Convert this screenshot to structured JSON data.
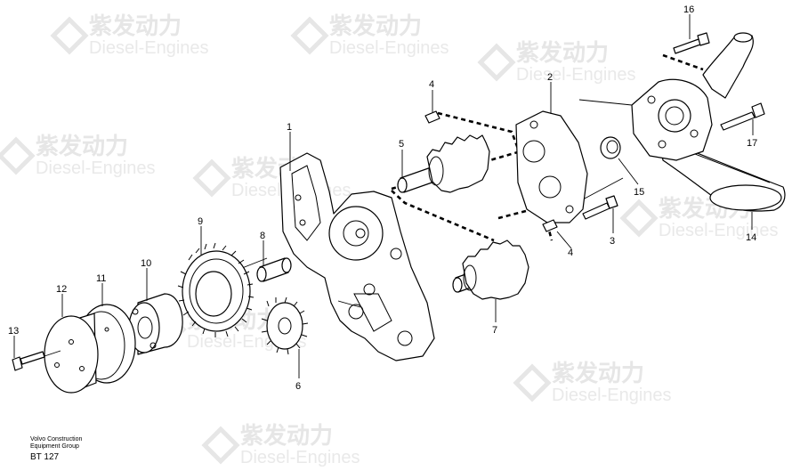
{
  "watermark": {
    "brand_cn": "紫发动力",
    "brand_en": "Diesel-Engines"
  },
  "callouts": {
    "c1": "1",
    "c2": "2",
    "c3": "3",
    "c4a": "4",
    "c4b": "4",
    "c5": "5",
    "c6": "6",
    "c7": "7",
    "c8": "8",
    "c9": "9",
    "c10": "10",
    "c11": "11",
    "c12": "12",
    "c13": "13",
    "c14": "14",
    "c15": "15",
    "c16": "16",
    "c17": "17"
  },
  "caption": {
    "line1": "Volvo Construction",
    "line2": "Equipment Group",
    "code": "BT 127"
  }
}
